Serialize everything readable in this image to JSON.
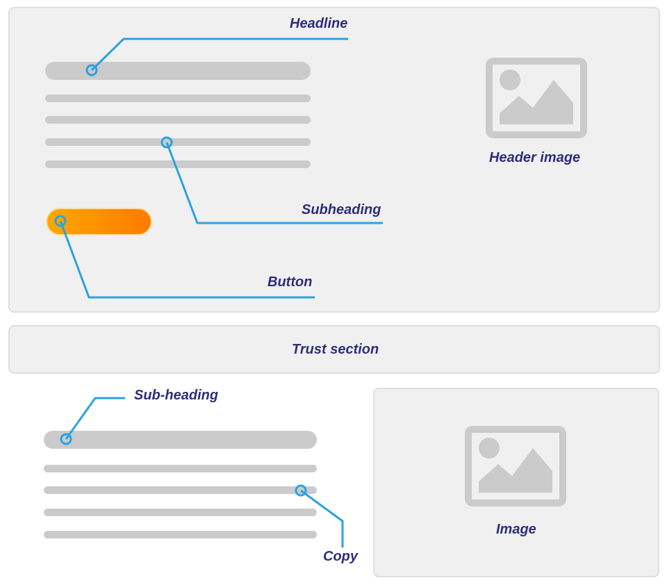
{
  "hero": {
    "headline_label": "Headline",
    "subheading_label": "Subheading",
    "button_label": "Button",
    "header_image_label": "Header image",
    "header_image_icon": "image-placeholder-icon"
  },
  "trust": {
    "label": "Trust section"
  },
  "feature": {
    "subheading_label": "Sub-heading",
    "copy_label": "Copy",
    "image_label": "Image",
    "image_icon": "image-placeholder-icon"
  },
  "colors": {
    "callout_line": "#29a3e0",
    "label_text": "#2e2d7a",
    "button_start": "#ffa800",
    "button_end": "#ff7a00",
    "placeholder": "#cbcbcb",
    "panel": "#f0f0f0"
  }
}
